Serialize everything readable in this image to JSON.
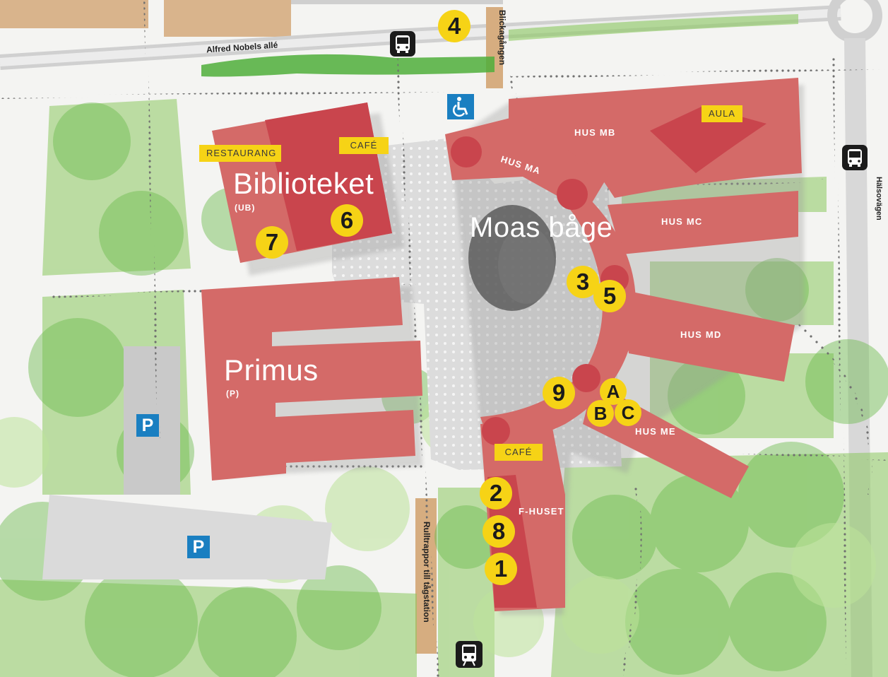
{
  "buildings": {
    "biblioteket": "Biblioteket",
    "biblioteket_sub": "(UB)",
    "primus": "Primus",
    "primus_sub": "(P)",
    "moas_bage": "Moas båge",
    "hus_ma": "HUS MA",
    "hus_mb": "HUS MB",
    "hus_mc": "HUS MC",
    "hus_md": "HUS MD",
    "hus_me": "HUS ME",
    "f_huset": "F-HUSET"
  },
  "tags": {
    "restaurang": "RESTAURANG",
    "cafe_library": "CAFÉ",
    "aula": "AULA",
    "cafe_fhuset": "CAFÉ"
  },
  "streets": {
    "alfred_nobels_alle": "Alfred Nobels allé",
    "blickagangen": "Blickagången",
    "halsovagen": "Hälsovägen",
    "rulltrappor": "Rulltrappor till tågstation"
  },
  "markers": [
    "1",
    "2",
    "3",
    "4",
    "5",
    "6",
    "7",
    "8",
    "9",
    "A",
    "B",
    "C"
  ],
  "parking": "P",
  "icons": [
    "bus-icon",
    "bus-icon",
    "train-icon",
    "wheelchair-icon",
    "parking-icon",
    "parking-icon"
  ],
  "colors": {
    "building": "#d46a68",
    "building_dark": "#c9454d",
    "marker": "#f6d316",
    "parking": "#1a7fc1",
    "greenery": "#8cc960",
    "plaza": "#dedede"
  }
}
